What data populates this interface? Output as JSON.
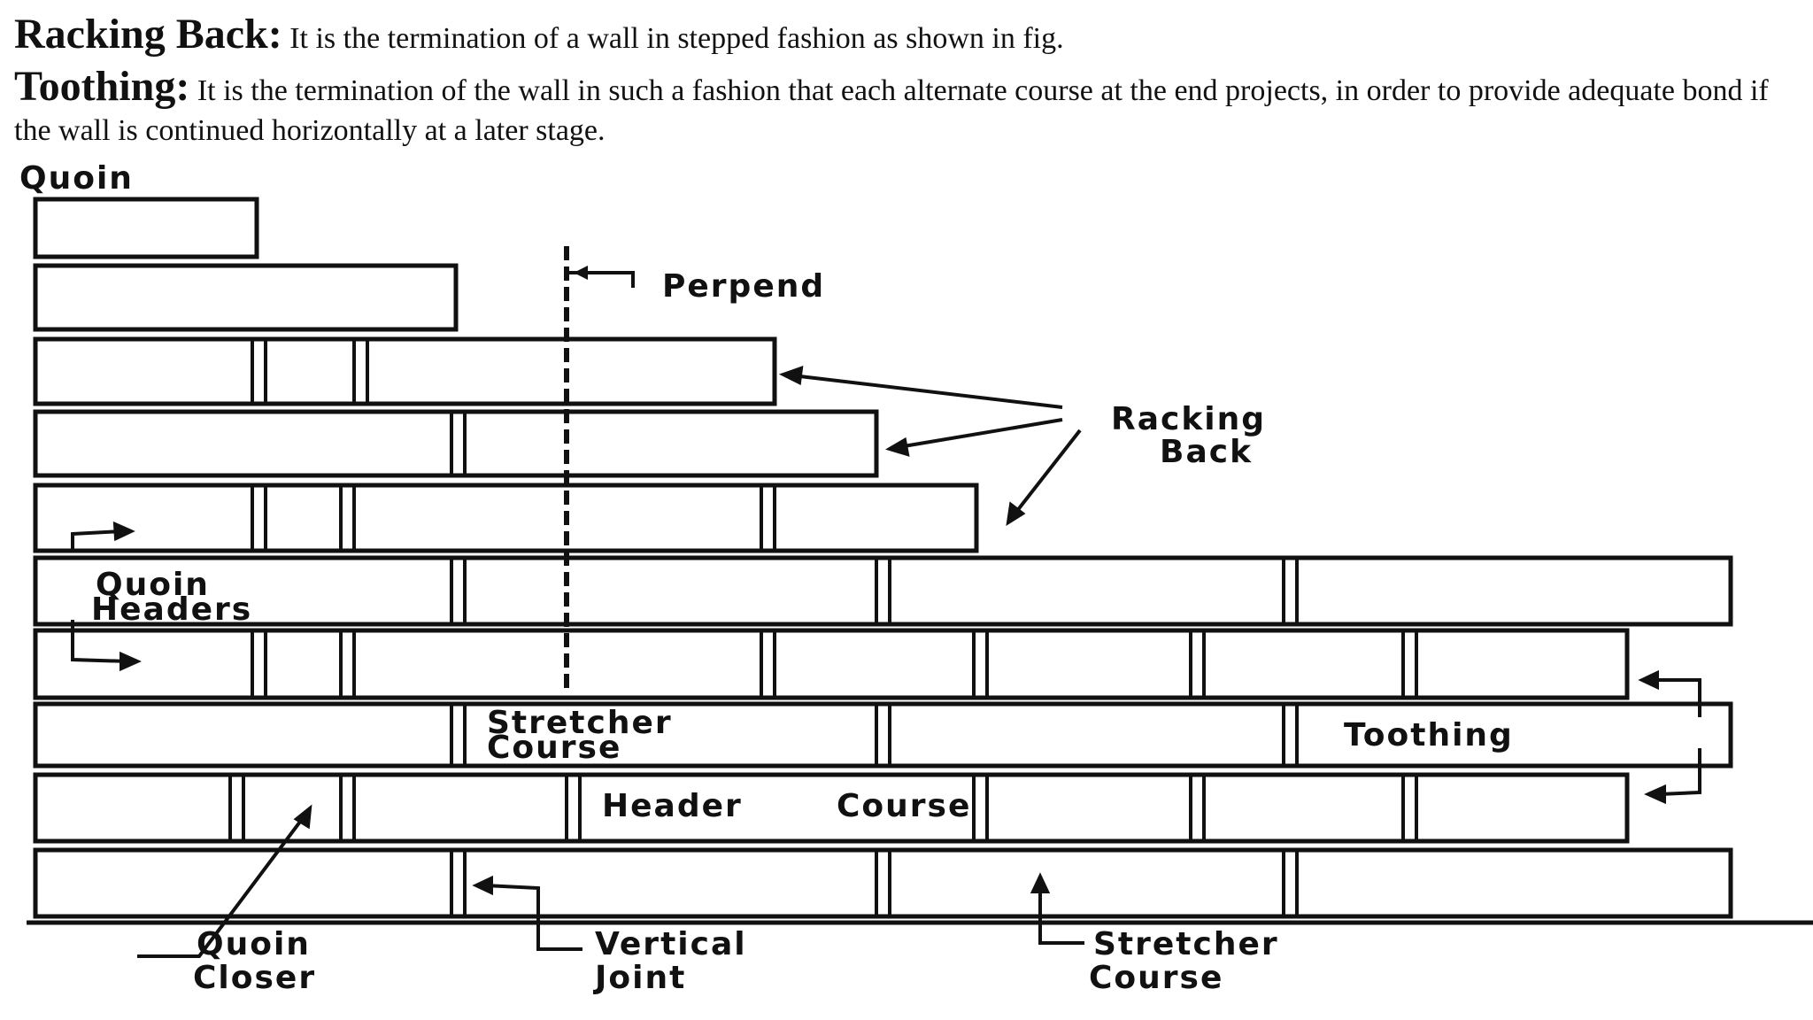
{
  "definitions": [
    {
      "term": "Racking Back:",
      "text": "It is the termination of a wall in  stepped fashion as shown in fig."
    },
    {
      "term": "Toothing:",
      "text": "It is the termination of the wall in  such a fashion that each alternate course at  the end projects, in order to provide adequate  bond if the wall is continued horizontally at a  later stage."
    }
  ],
  "labels": {
    "quoin": "Quoin",
    "perpend": "Perpend",
    "racking": "Racking",
    "back": "Back",
    "quoin_headers_1": "Quoin",
    "quoin_headers_2": "Headers",
    "stretcher_course_mid_1": "Stretcher",
    "stretcher_course_mid_2": "Course",
    "toothing": "Toothing",
    "header": "Header",
    "course": "Course",
    "quoin_closer_1": "Quoin",
    "quoin_closer_2": "Closer",
    "vertical_joint_1": "Vertical",
    "vertical_joint_2": "Joint",
    "stretcher_course_bottom_1": "Stretcher",
    "stretcher_course_bottom_2": "Course"
  },
  "colors": {
    "ink": "#111111",
    "paper": "#ffffff"
  }
}
